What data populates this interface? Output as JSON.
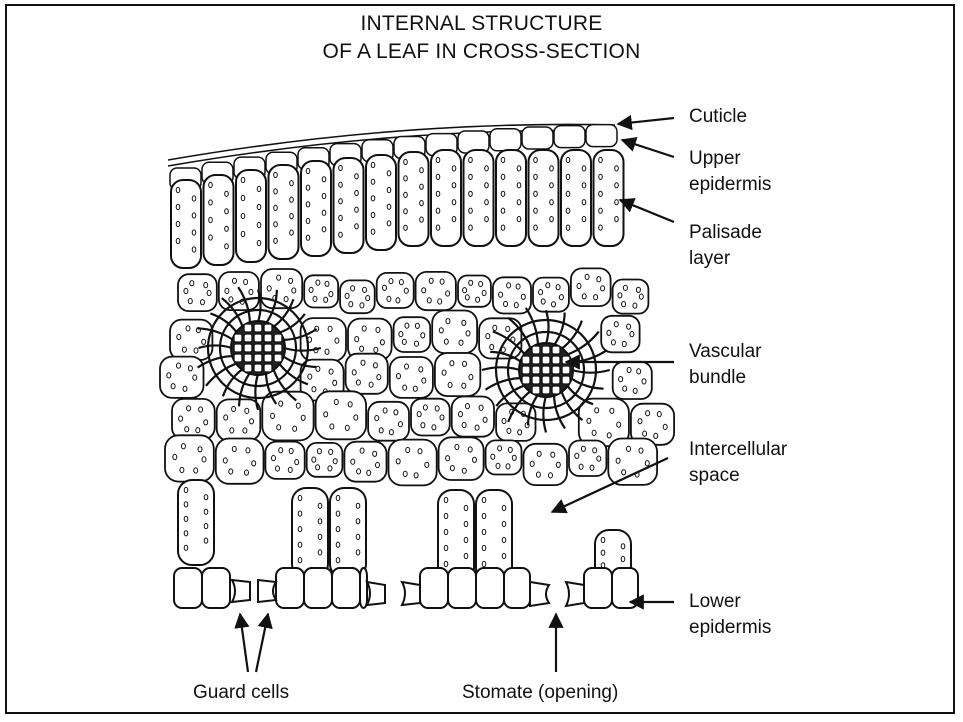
{
  "title": {
    "line1": "INTERNAL STRUCTURE",
    "line2": "OF A LEAF IN CROSS-SECTION"
  },
  "labels": {
    "cuticle": "Cuticle",
    "upper_epidermis_1": "Upper",
    "upper_epidermis_2": "epidermis",
    "palisade_1": "Palisade",
    "palisade_2": "layer",
    "vascular_1": "Vascular",
    "vascular_2": "bundle",
    "intercellular_1": "Intercellular",
    "intercellular_2": "space",
    "lower_epidermis_1": "Lower",
    "lower_epidermis_2": "epidermis",
    "guard_cells": "Guard cells",
    "stomate": "Stomate (opening)"
  }
}
